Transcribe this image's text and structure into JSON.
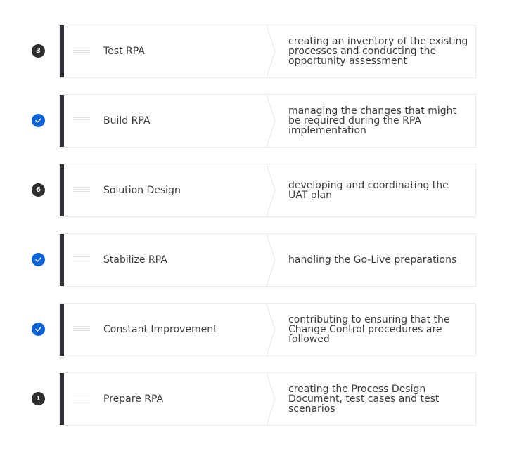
{
  "colors": {
    "number_badge": "#2d2d2d",
    "done_badge": "#0a63d6",
    "card_accent_bar": "#2e3236"
  },
  "items": [
    {
      "marker_type": "number",
      "marker_text": "3",
      "title": "Test RPA",
      "description": "creating an inventory of the existing processes and conducting the opportunity assessment"
    },
    {
      "marker_type": "check",
      "marker_text": "",
      "title": "Build RPA",
      "description": "managing the changes that might be required during the RPA implementation"
    },
    {
      "marker_type": "number",
      "marker_text": "6",
      "title": "Solution Design",
      "description": "developing and coordinating the UAT plan"
    },
    {
      "marker_type": "check",
      "marker_text": "",
      "title": "Stabilize RPA",
      "description": "handling the Go-Live preparations"
    },
    {
      "marker_type": "check",
      "marker_text": "",
      "title": "Constant Improvement",
      "description": "contributing to ensuring that the Change Control procedures are followed"
    },
    {
      "marker_type": "number",
      "marker_text": "1",
      "title": "Prepare RPA",
      "description": "creating the Process Design Document, test cases and test scenarios"
    }
  ]
}
